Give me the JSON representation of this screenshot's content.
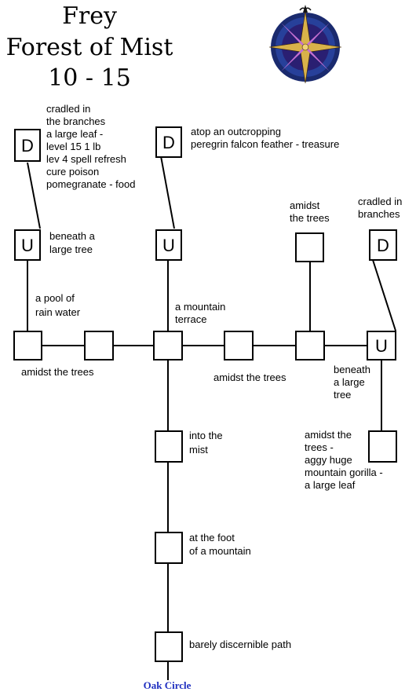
{
  "title": {
    "line1": "Frey",
    "line2": "Forest of Mist",
    "line3": "10 - 15"
  },
  "compass_rose_icon": "compass-rose-icon",
  "colors": {
    "ink": "#000000",
    "footer_link": "#1f2fc0",
    "compass_bg": "#1a2a6e"
  },
  "exits": {
    "down": "D",
    "up": "U"
  },
  "rooms": {
    "d1": {
      "label": [
        "cradled in",
        "the branches",
        "a large leaf -",
        "level 15  1 lb",
        "lev 4 spell refresh",
        "cure poison",
        "pomegranate - food"
      ]
    },
    "d2": {
      "label": [
        "atop an outcropping",
        "peregrin falcon feather - treasure"
      ]
    },
    "d3": {
      "label": [
        "cradled in",
        "branches"
      ]
    },
    "u1": {
      "label": [
        "beneath a",
        "large tree"
      ]
    },
    "u2": {
      "label": []
    },
    "trees_top": {
      "label": [
        "amidst",
        "the trees"
      ]
    },
    "pool": {
      "label": [
        "a pool of",
        "rain water"
      ]
    },
    "trees_a": {
      "label": [
        "amidst the trees"
      ]
    },
    "terrace": {
      "label": [
        "a mountain",
        "terrace"
      ]
    },
    "trees_b": {
      "label": [
        "amidst the trees"
      ]
    },
    "u3": {
      "label": [
        "beneath",
        "a large",
        "tree"
      ]
    },
    "gorilla": {
      "label": [
        "amidst the",
        "trees -",
        "aggy huge",
        "mountain gorilla -",
        "a large leaf"
      ]
    },
    "mist": {
      "label": [
        "into the",
        "mist"
      ]
    },
    "foot": {
      "label": [
        "at the foot",
        "of a mountain"
      ]
    },
    "path": {
      "label": [
        "barely discernible path"
      ]
    }
  },
  "footer": {
    "link": "Oak Circle"
  }
}
